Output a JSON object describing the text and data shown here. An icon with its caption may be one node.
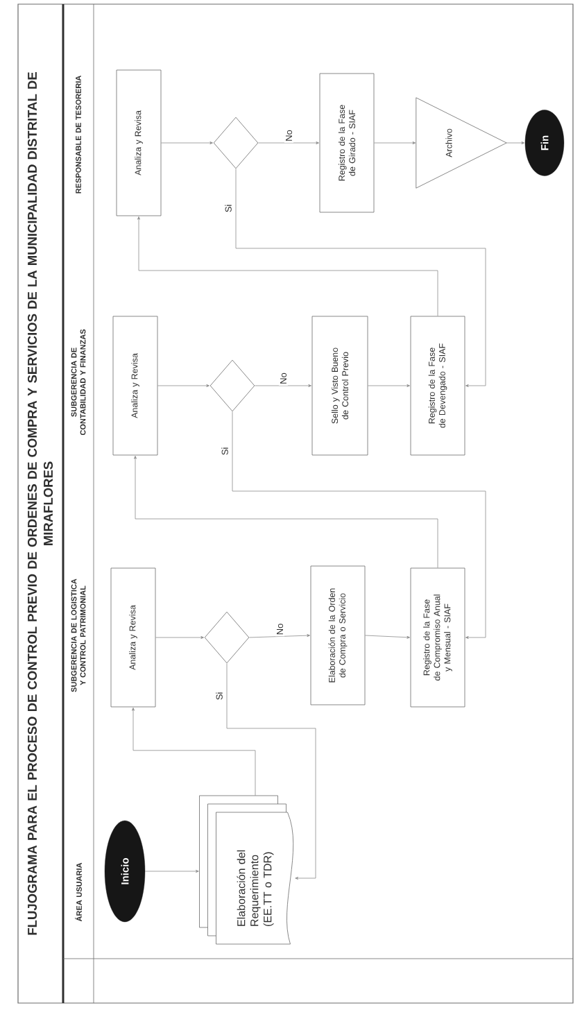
{
  "diagram": {
    "title": "FLUJOGRAMA PARA EL PROCESO DE CONTROL PREVIO DE ORDENES DE COMPRA Y SERVICIOS DE LA MUNICIPALIDAD DISTRITAL DE MIRAFLORES",
    "nodes": [
      {
        "text": [
          "Analiza y Revisa"
        ]
      },
      {
        "text": [],
        "shape": "diamond"
      },
      {
        "text": [
          "Registro de la Fase de Girado - SIAF"
        ]
      },
      {
        "text": [
          "Archivo"
        ]
      },
      {
        "text": [
          "Fin"
        ]
      },
      {
        "text": [
          "Analiza y Revisa"
        ]
      },
      {
        "text": [],
        "shape": "diamond"
      },
      {
        "text": [
          "Sello y Visto Bueno de Control Previo"
        ]
      },
      {
        "text": [
          "Registro de la Fase de Devengado - SIAF"
        ]
      },
      {
        "text": [
          "Analiza y Revisa"
        ]
      },
      {
        "text": [],
        "shape": "diamond"
      },
      {
        "text": [
          "Elaboración de la Orden de Compra o Servicio"
        ]
      },
      {
        "text": [
          "Registro de la Fase de Compromiso Anual y Mensual - SIAF"
        ]
      },
      {
        "text": [
          "Inicio"
        ]
      },
      {
        "text": [
          "Elaboración del Requerimiento (EE.TT o TDR)"
        ]
      }
    ],
    "edges": [
      {
        "from": 13,
        "to": 14,
        "arrow": "to"
      },
      {
        "from": 14,
        "to": 9,
        "arrow": "to"
      },
      {
        "from": 9,
        "to": 10,
        "arrow": "to"
      },
      {
        "from": 10,
        "to": 11,
        "arrow": "to",
        "label": "No"
      },
      {
        "from": 10,
        "to": 14,
        "arrow": "to",
        "label": "Si"
      },
      {
        "from": 11,
        "to": 12,
        "arrow": "to"
      },
      {
        "from": 12,
        "to": 5,
        "arrow": "to"
      },
      {
        "from": 5,
        "to": 6,
        "arrow": "to"
      },
      {
        "from": 6,
        "to": 7,
        "arrow": "to",
        "label": "No"
      },
      {
        "from": 6,
        "to": 12,
        "arrow": "to",
        "label": "Si"
      },
      {
        "from": 7,
        "to": 8,
        "arrow": "to"
      },
      {
        "from": 8,
        "to": 0,
        "arrow": "to"
      },
      {
        "from": 0,
        "to": 1,
        "arrow": "to"
      },
      {
        "from": 1,
        "to": 2,
        "arrow": "to",
        "label": "No"
      },
      {
        "from": 1,
        "to": 8,
        "arrow": "to",
        "label": "Si"
      },
      {
        "from": 2,
        "to": 3,
        "arrow": "to"
      },
      {
        "from": 3,
        "to": 4,
        "arrow": "to"
      }
    ],
    "labels": [
      "ÁREA USUARIA",
      "SUBGERENCIA DE LOGISTICA Y CONTROL PATRIMONIAL",
      "SUBGERENCIA DE CONTABILIDAD Y FINANZAS",
      "RESPONSABLE DE TESORERIA"
    ]
  }
}
